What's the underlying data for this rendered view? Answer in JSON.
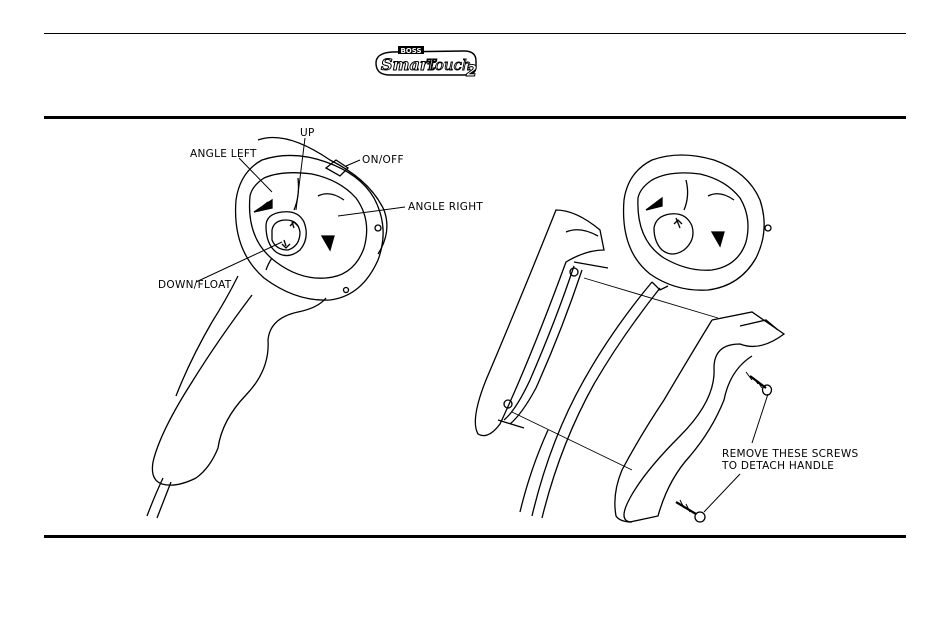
{
  "header": {
    "logo": {
      "brand_small": "BOSS",
      "brand_main": "SmartTouch2"
    }
  },
  "figure_left": {
    "labels": {
      "up": "UP",
      "angle_left": "ANGLE LEFT",
      "on_off": "ON/OFF",
      "angle_right": "ANGLE RIGHT",
      "down_float": "DOWN/FLOAT"
    }
  },
  "figure_right": {
    "note_line1": "REMOVE THESE SCREWS",
    "note_line2": "TO DETACH HANDLE"
  }
}
